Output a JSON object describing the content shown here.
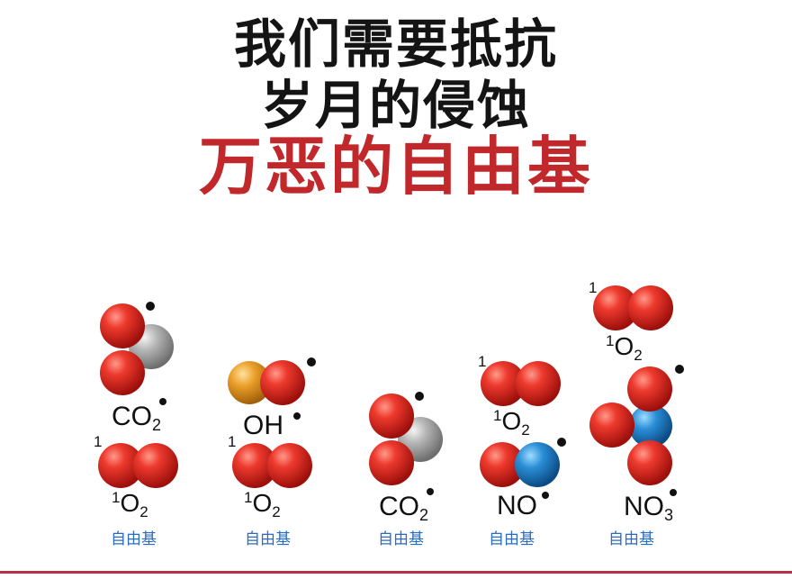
{
  "title": {
    "line1": "我们需要抵抗",
    "line2": "岁月的侵蚀",
    "line3": "万恶的自由基"
  },
  "colors": {
    "title": "#141414",
    "accent": "#c0282b",
    "oxygen": "#e0221c",
    "carbon": "#a8a8a8",
    "hydrogen": "#e89a1c",
    "nitrogen": "#1e7fc8",
    "label_blue": "#2a6cc4"
  },
  "labels": {
    "superscript_one": "1",
    "co2": "CO",
    "o2": "O",
    "oh": "OH",
    "no": "NO",
    "no3": "NO",
    "sub_2": "2",
    "sub_3": "3",
    "free_radical": "自由基"
  }
}
